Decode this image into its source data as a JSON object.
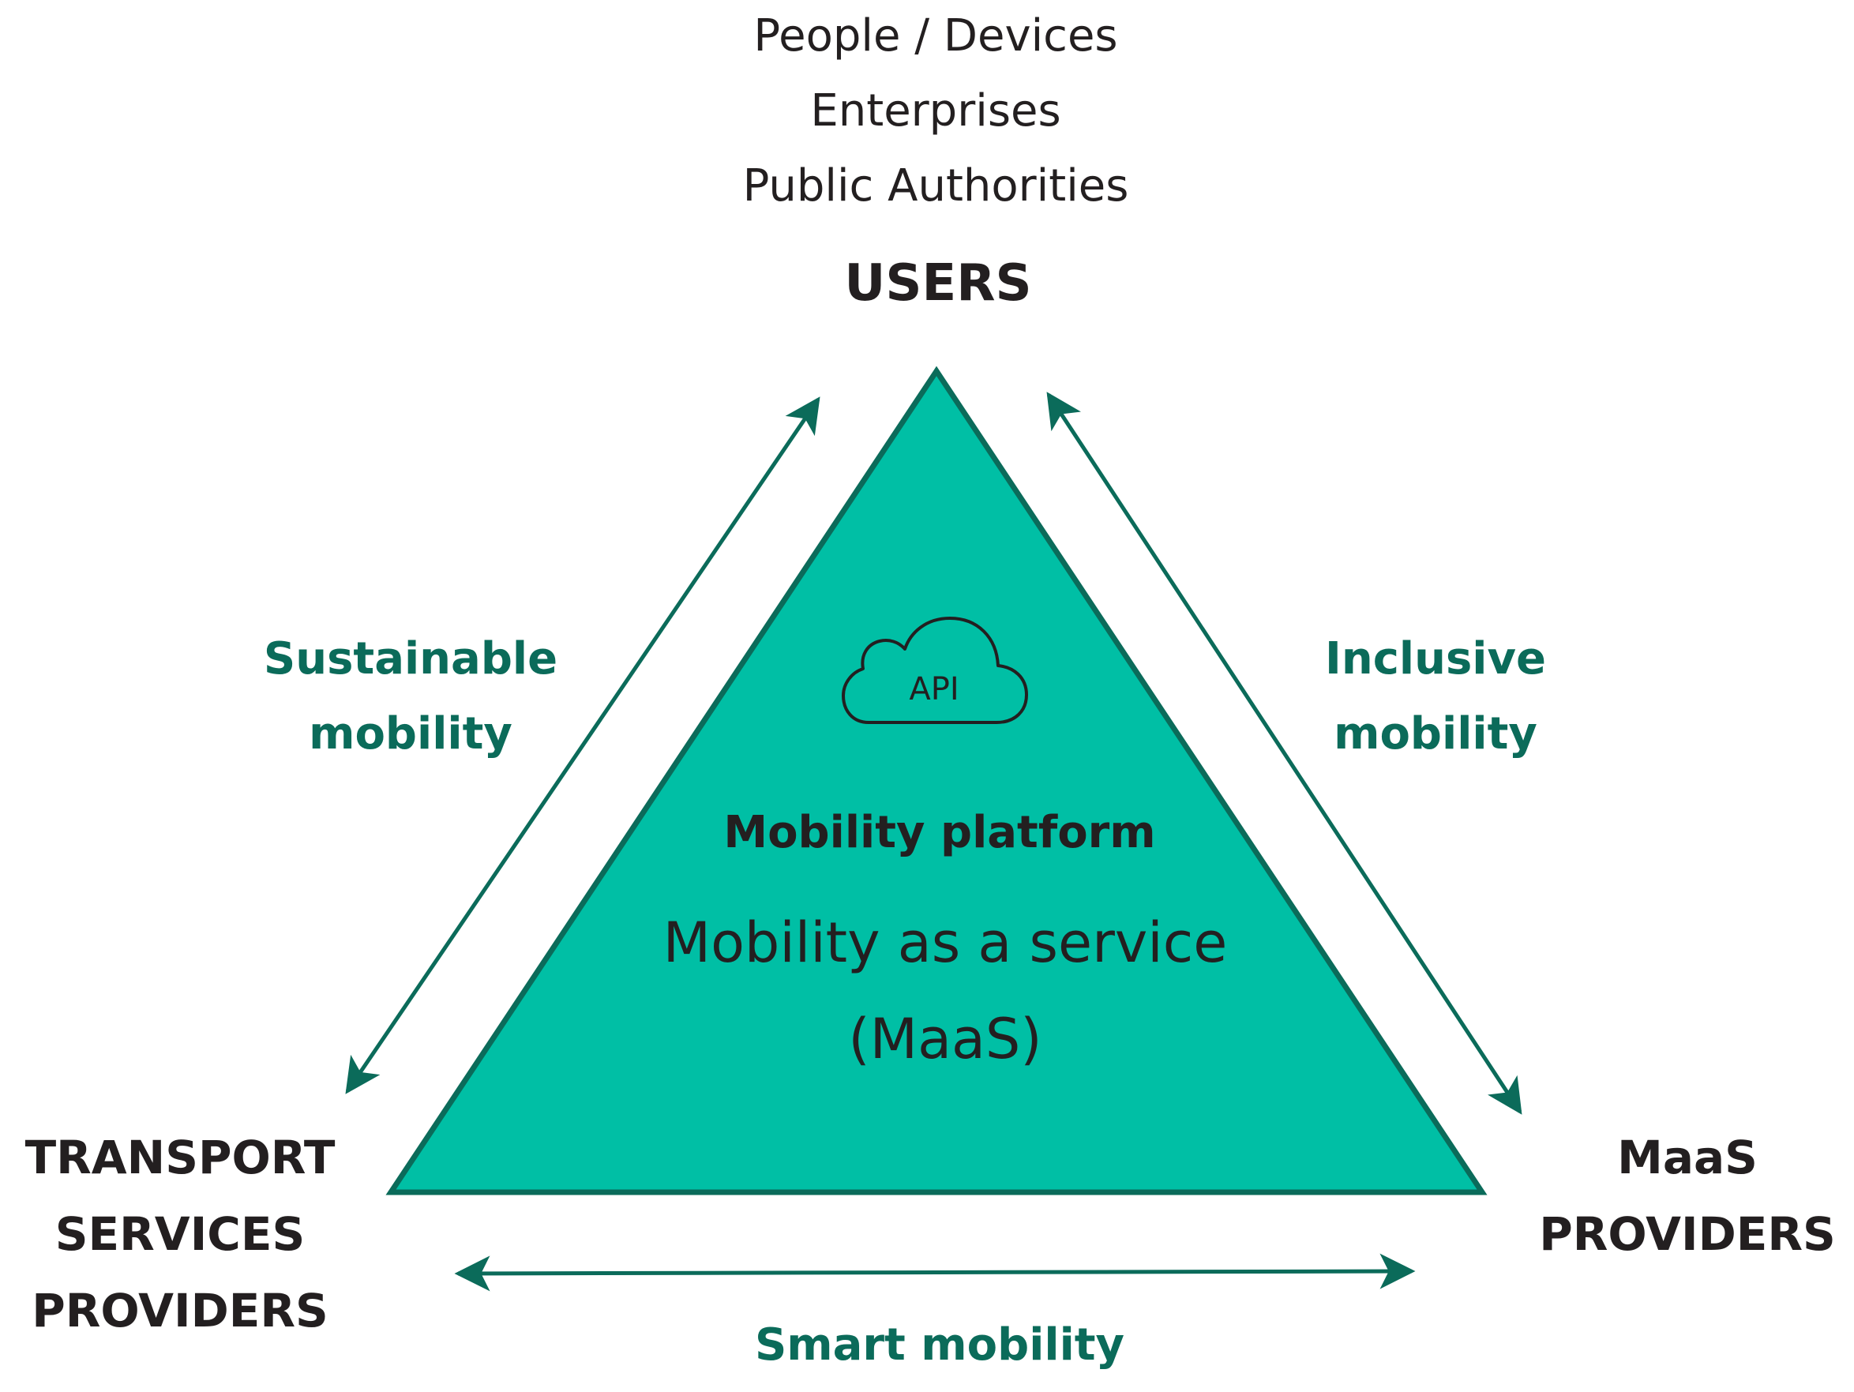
{
  "users": {
    "subtitle_lines": [
      "People / Devices",
      "Enterprises",
      "Public Authorities"
    ],
    "heading": "USERS"
  },
  "left_node": {
    "heading_lines": [
      "TRANSPORT",
      "SERVICES",
      "PROVIDERS"
    ]
  },
  "right_node": {
    "heading_lines": [
      "MaaS",
      "PROVIDERS"
    ]
  },
  "center": {
    "icon": "cloud-icon",
    "icon_label": "API",
    "title": "Mobility platform",
    "subtitle_lines": [
      "Mobility as a service",
      "(MaaS)"
    ]
  },
  "relations": {
    "left": [
      "Sustainable",
      "mobility"
    ],
    "right": [
      "Inclusive",
      "mobility"
    ],
    "bottom": "Smart mobility"
  },
  "colors": {
    "triangle_fill": "#00bfa5",
    "triangle_stroke": "#0b6b5a",
    "arrow": "#0b6b5a",
    "label_green": "#0b6b5a",
    "text_dark": "#231f20"
  }
}
